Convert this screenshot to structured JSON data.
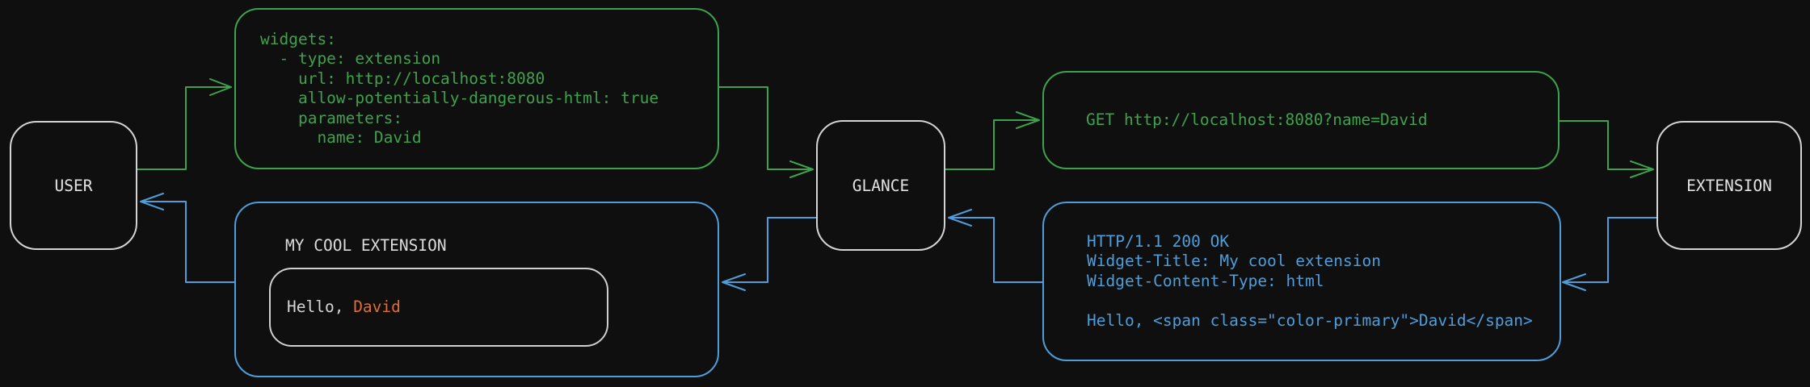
{
  "nodes": {
    "user": "USER",
    "glance": "GLANCE",
    "extension": "EXTENSION"
  },
  "boxes": {
    "config_code": "widgets:\n  - type: extension\n    url: http://localhost:8080\n    allow-potentially-dangerous-html: true\n    parameters:\n      name: David",
    "request_code": "GET http://localhost:8080?name=David",
    "response_code": "HTTP/1.1 200 OK\nWidget-Title: My cool extension\nWidget-Content-Type: html\n\nHello, <span class=\"color-primary\">David</span>",
    "widget_title": "MY COOL EXTENSION",
    "greeting_prefix": "Hello, ",
    "greeting_name": "David"
  },
  "colors": {
    "background": "#0f0f0f",
    "request_green": "#3ea24c",
    "response_blue": "#4d9edb",
    "primary_orange": "#df6e35",
    "node_border_gray": "#d4d4d4",
    "text_light": "#dcdcdc"
  }
}
